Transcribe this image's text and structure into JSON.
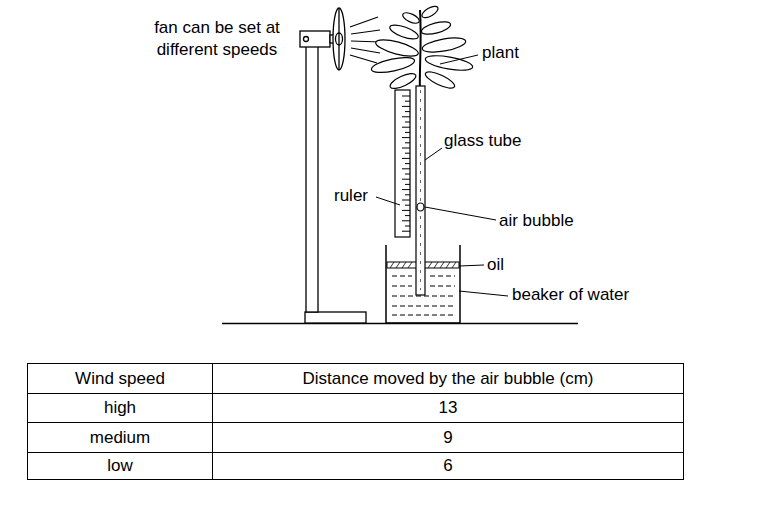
{
  "diagram": {
    "labels": [
      "fan can be set at different speeds",
      "plant",
      "glass tube",
      "ruler",
      "air bubble",
      "oil",
      "beaker of water",
      "Wind speed",
      "Distance moved by the air bubble (cm)",
      "high",
      "13",
      "medium",
      "9",
      "low",
      "6"
    ]
  }
}
